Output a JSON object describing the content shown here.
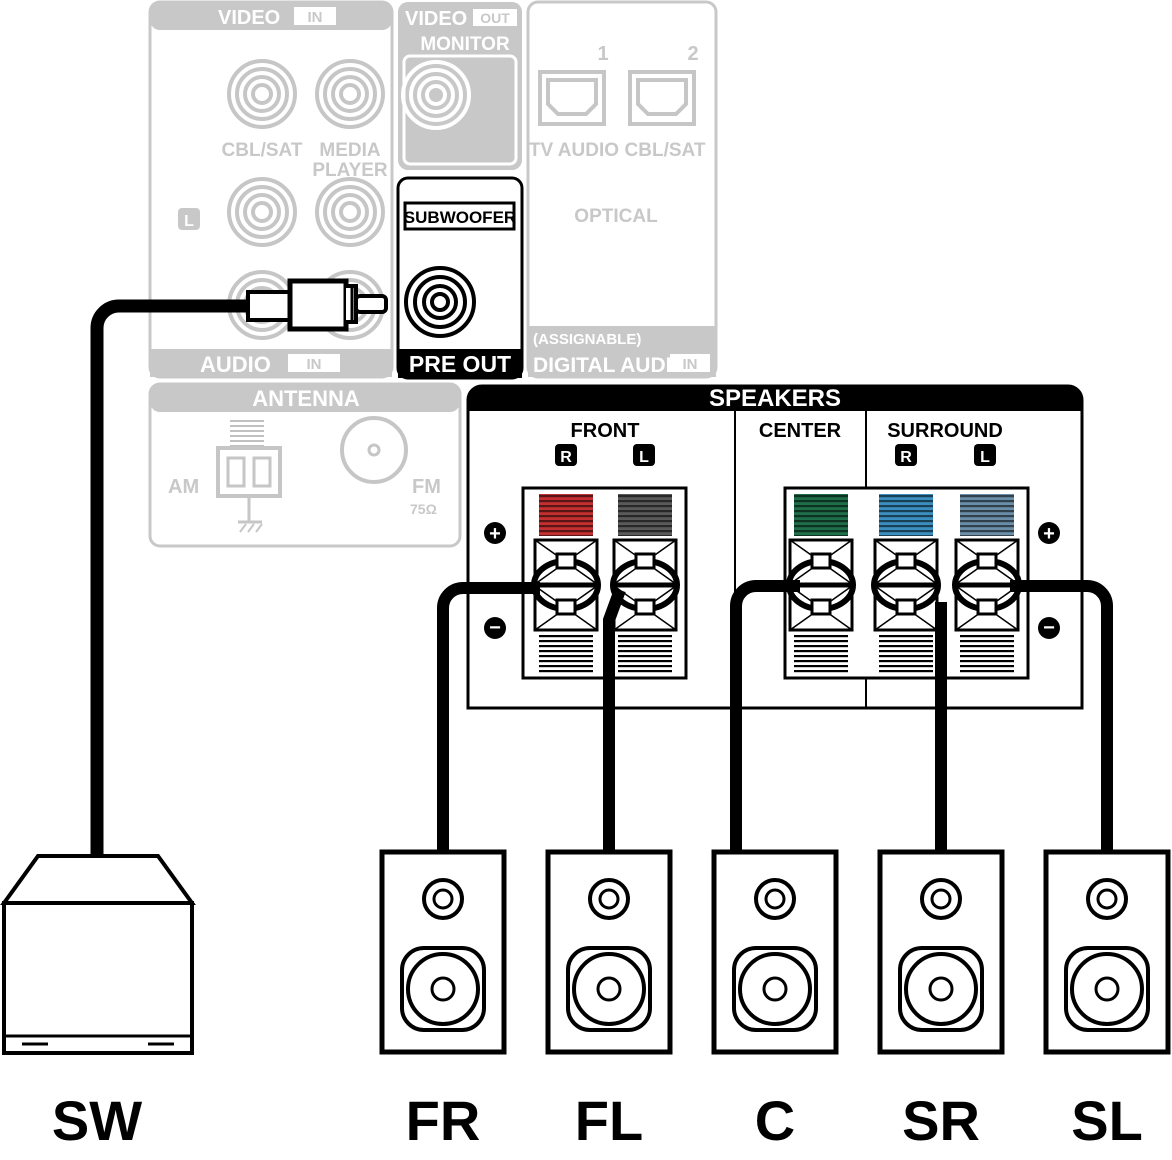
{
  "panel": {
    "video_in": {
      "title": "VIDEO",
      "badge": "IN"
    },
    "video_out": {
      "title": "VIDEO",
      "badge": "OUT",
      "monitor": "MONITOR"
    },
    "audio_in": {
      "cbl_sat": "CBL/SAT",
      "media_player_line1": "MEDIA",
      "media_player_line2": "PLAYER",
      "channel_badge": "L",
      "title": "AUDIO",
      "badge": "IN"
    },
    "pre_out": {
      "subwoofer": "SUBWOOFER",
      "title": "PRE OUT"
    },
    "digital_audio_in": {
      "port1_num": "1",
      "port2_num": "2",
      "port1_label": "TV AUDIO",
      "port2_label": "CBL/SAT",
      "optical": "OPTICAL",
      "assignable": "(ASSIGNABLE)",
      "title": "DIGITAL AUDIO",
      "badge": "IN"
    },
    "antenna": {
      "title": "ANTENNA",
      "am": "AM",
      "fm": "FM",
      "fm_ohm": "75Ω"
    },
    "speakers": {
      "title": "SPEAKERS",
      "front": "FRONT",
      "center": "CENTER",
      "surround": "SURROUND",
      "front_r": "R",
      "front_l": "L",
      "surround_r": "R",
      "surround_l": "L",
      "plus": "+",
      "minus": "−"
    }
  },
  "terminal_colors": {
    "front_r": "#c43030",
    "front_l": "#5a5a5a",
    "center": "#1f6e4a",
    "surround_r": "#3a8fc0",
    "surround_l": "#6a8ea8"
  },
  "devices": {
    "sw": "SW",
    "fr": "FR",
    "fl": "FL",
    "c": "C",
    "sr": "SR",
    "sl": "SL"
  }
}
